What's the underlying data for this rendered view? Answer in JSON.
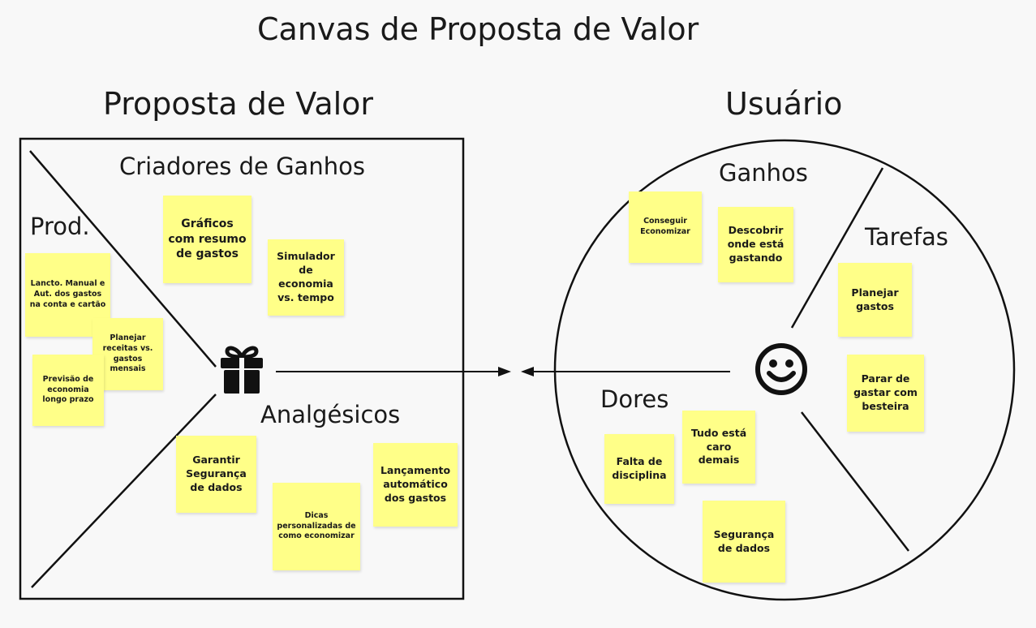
{
  "titles": {
    "main": "Canvas de Proposta de Valor",
    "proposta": "Proposta de Valor",
    "usuario": "Usuário"
  },
  "sections": {
    "criadores": "Criadores de Ganhos",
    "prod": "Prod.",
    "analgesicos": "Analgésicos",
    "ganhos": "Ganhos",
    "tarefas": "Tarefas",
    "dores": "Dores"
  },
  "notes": {
    "graficos": "Gráficos com resumo de gastos",
    "simulador": "Simulador de economia vs. tempo",
    "lancto": "Lancto. Manual e Aut. dos gastos na conta e cartão",
    "planejar_receitas": "Planejar receitas vs. gastos mensais",
    "previsao": "Previsão de economia longo prazo",
    "garantir": "Garantir Segurança de dados",
    "dicas": "Dicas personalizadas de como economizar",
    "lancamento": "Lançamento automático dos gastos",
    "conseguir": "Conseguir Economizar",
    "descobrir": "Descobrir onde está gastando",
    "planejar_gastos": "Planejar gastos",
    "parar": "Parar de gastar com besteira",
    "falta": "Falta de disciplina",
    "tudo": "Tudo está caro demais",
    "seguranca": "Segurança de dados"
  },
  "icons": {
    "gift": "gift-icon",
    "smiley": "smiley-icon"
  },
  "colors": {
    "sticky_note": "#ffff88",
    "line": "#111111",
    "background": "#f8f8f8"
  }
}
